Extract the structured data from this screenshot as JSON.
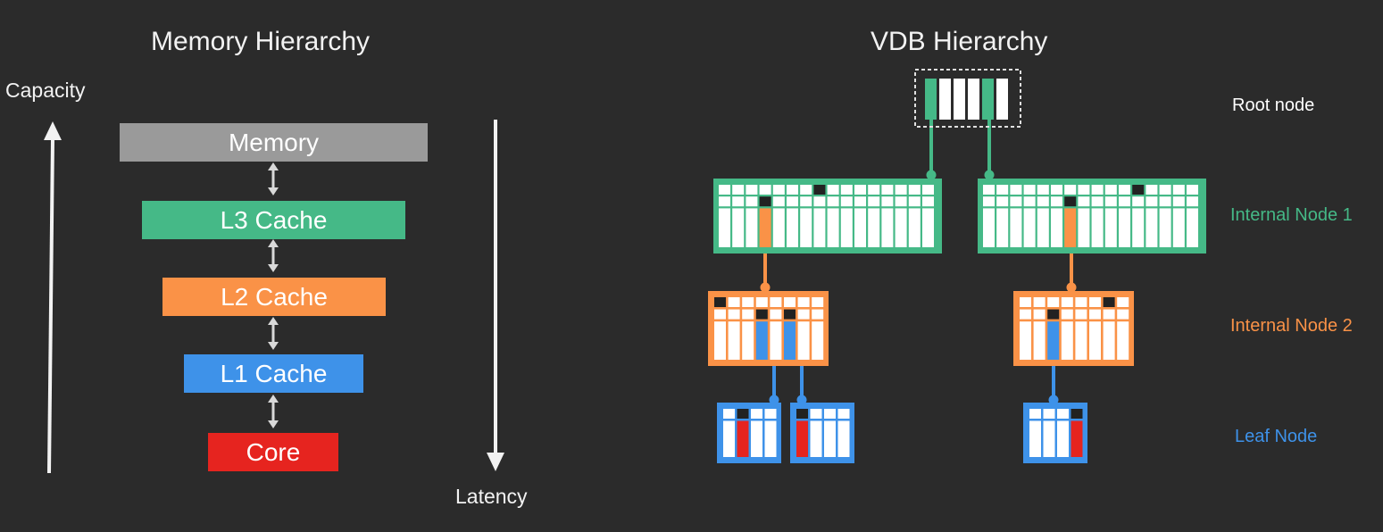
{
  "left": {
    "title": "Memory Hierarchy",
    "capacity_label": "Capacity",
    "latency_label": "Latency",
    "blocks": [
      {
        "label": "Memory",
        "color": "#9a9a9a"
      },
      {
        "label": "L3 Cache",
        "color": "#45b987"
      },
      {
        "label": "L2 Cache",
        "color": "#fa9247"
      },
      {
        "label": "L1 Cache",
        "color": "#3e92e9"
      },
      {
        "label": "Core",
        "color": "#e6241f"
      }
    ]
  },
  "right": {
    "title": "VDB Hierarchy",
    "levels": [
      {
        "label": "Root node",
        "color": "#ffffff"
      },
      {
        "label": "Internal Node 1",
        "color": "#45b987"
      },
      {
        "label": "Internal Node 2",
        "color": "#fa9247"
      },
      {
        "label": "Leaf Node",
        "color": "#3e92e9"
      }
    ]
  },
  "colors": {
    "background": "#2b2b2b",
    "green": "#45b987",
    "orange": "#fa9247",
    "blue": "#3e92e9",
    "red": "#e6241f",
    "cell": "#ffffff",
    "active_cell": "#222222"
  }
}
